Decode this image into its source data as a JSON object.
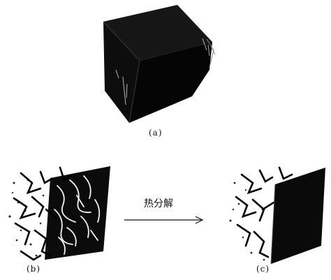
{
  "panels": {
    "a": {
      "caption": "(a)"
    },
    "b": {
      "caption": "(b)"
    },
    "c": {
      "caption": "(c)"
    }
  },
  "process": {
    "label": "热分解"
  }
}
